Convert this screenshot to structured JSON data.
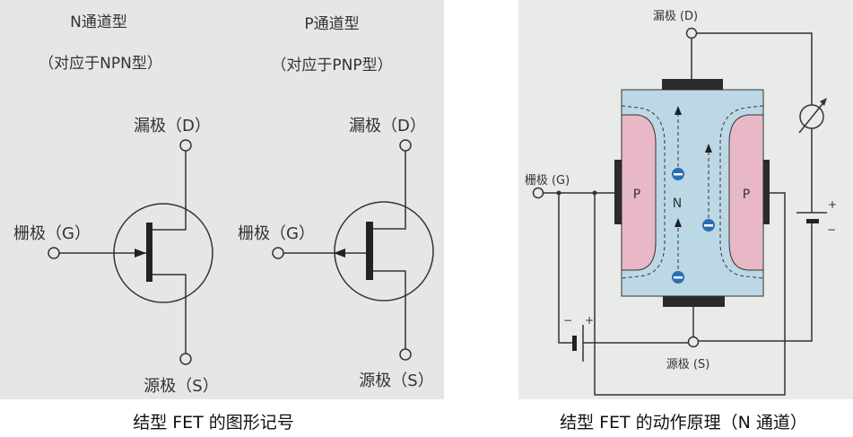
{
  "left_panel": {
    "n_type": {
      "title": "N通道型",
      "subtitle": "（对应于NPN型）",
      "drain": "漏极（D）",
      "gate": "栅极（G）",
      "source": "源极（S）"
    },
    "p_type": {
      "title": "P通道型",
      "subtitle": "（对应于PNP型）",
      "drain": "漏极（D）",
      "gate": "栅极（G）",
      "source": "源极（S）"
    },
    "caption": "结型 FET 的图形记号"
  },
  "right_panel": {
    "drain": "漏极 (D)",
    "gate": "栅极 (G)",
    "source": "源极 (S)",
    "p_left": "P",
    "n_channel": "N",
    "p_right": "P",
    "battery_right_plus": "+",
    "battery_right_minus": "−",
    "battery_left_minus": "−",
    "battery_left_plus": "+",
    "caption": "结型 FET 的动作原理（N 通道）"
  },
  "colors": {
    "n_region": "#bcd8e6",
    "p_region": "#e8b8c6",
    "electron": "#2a6fb5",
    "electrode": "#2b2b2b"
  }
}
